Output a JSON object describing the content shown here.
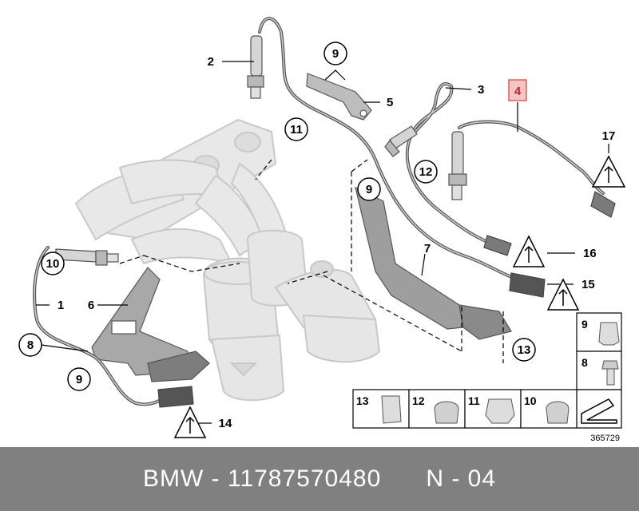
{
  "callouts": {
    "c1": "1",
    "c2": "2",
    "c3": "3",
    "c4": "4",
    "c5": "5",
    "c6": "6",
    "c7": "7",
    "c8": "8",
    "c9a": "9",
    "c9b": "9",
    "c9c": "9",
    "c10": "10",
    "c11": "11",
    "c12": "12",
    "c13": "13",
    "c14": "14",
    "c15": "15",
    "c16": "16",
    "c17": "17"
  },
  "parts_boxes": {
    "right_top": "9",
    "right_mid": "8",
    "bottom": [
      "13",
      "12",
      "11",
      "10"
    ]
  },
  "ref_number": "365729",
  "footer": {
    "brand": "BMW",
    "part_number": "11787570480",
    "page": "N - 04"
  },
  "colors": {
    "highlight": "#d43c3c",
    "footer_bg": "#808080",
    "part_fill": "#e6e6e6",
    "part_stroke": "#c8c8c8"
  }
}
